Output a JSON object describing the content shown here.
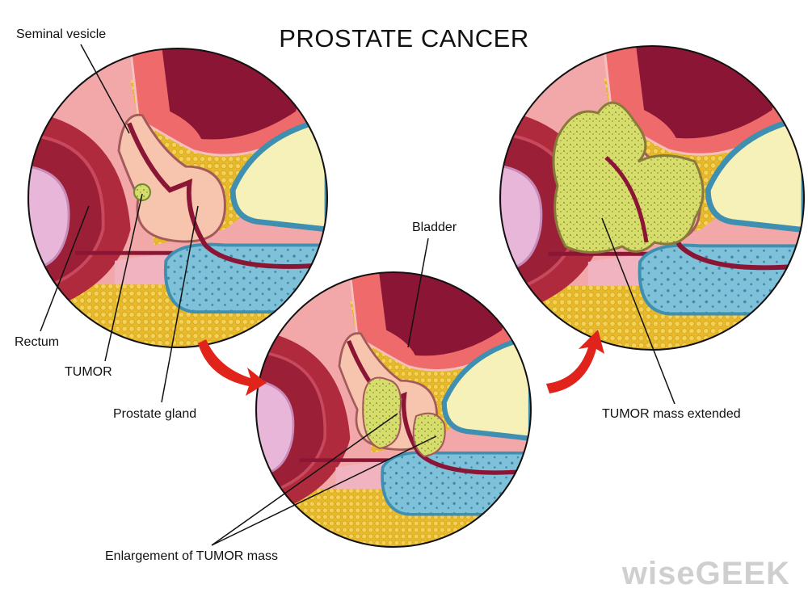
{
  "title": "PROSTATE CANCER",
  "labels": {
    "seminal_vesicle": "Seminal vesicle",
    "rectum": "Rectum",
    "tumor": "TUMOR",
    "prostate_gland": "Prostate gland",
    "bladder": "Bladder",
    "enlargement": "Enlargement of TUMOR mass",
    "extended": "TUMOR mass extended"
  },
  "watermark": "wiseGEEK",
  "colors": {
    "arrow": "#e0231b",
    "tumor": "#d7dc6a",
    "bladder": "#8a1535",
    "fat": "#e8b92a",
    "bone_edge": "#3f8fb0"
  }
}
